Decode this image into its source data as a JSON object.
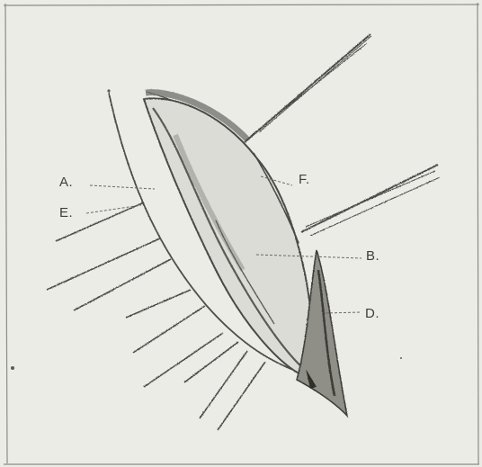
{
  "figure": {
    "labels": {
      "a": "A.",
      "b": "B.",
      "d": "D.",
      "e": "E.",
      "f": "F."
    },
    "colors": {
      "background": "#ececE7",
      "ink": "#4a4a46",
      "shade": "#7d7d76"
    }
  }
}
